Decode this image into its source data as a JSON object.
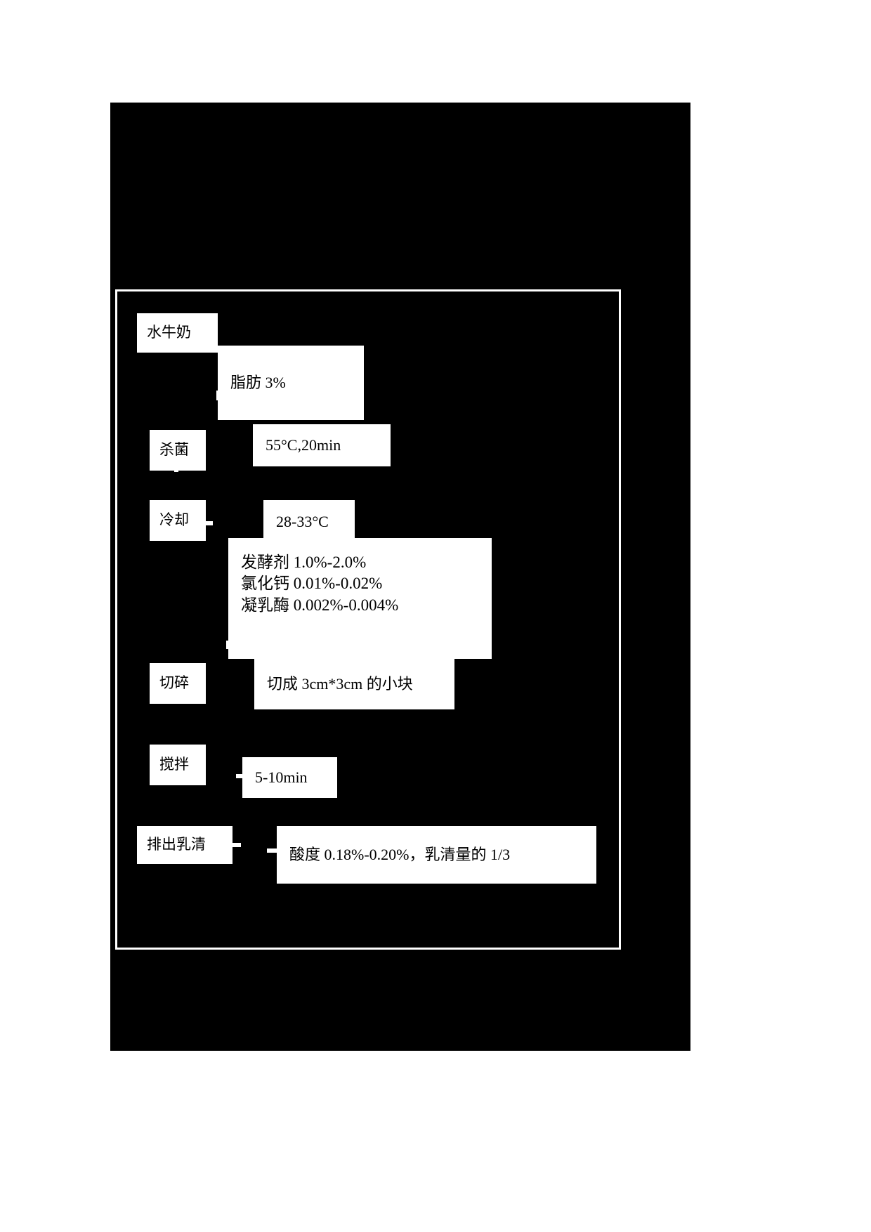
{
  "document": {
    "type": "process-flow-diagram",
    "language": "zh-CN",
    "page_background": "#000000",
    "box_background": "#ffffff",
    "text_color": "#000000",
    "frame_border_color": "#ffffff"
  },
  "flow": {
    "steps": [
      {
        "id": "raw-milk",
        "label": "水牛奶"
      },
      {
        "id": "sterilize",
        "label": "杀菌"
      },
      {
        "id": "cool",
        "label": "冷却"
      },
      {
        "id": "cut",
        "label": "切碎"
      },
      {
        "id": "stir",
        "label": "搅拌"
      },
      {
        "id": "drain-whey",
        "label": "排出乳清"
      }
    ],
    "notes": [
      {
        "id": "fat",
        "text": "脂肪 3%"
      },
      {
        "id": "pasteurize",
        "text": "55°C,20min"
      },
      {
        "id": "cool-temp",
        "text": "28-33°C"
      },
      {
        "id": "additives",
        "text": "发酵剂 1.0%-2.0%\n氯化钙 0.01%-0.02%\n凝乳酶 0.002%-0.004%"
      },
      {
        "id": "cut-size",
        "text": "切成 3cm*3cm 的小块"
      },
      {
        "id": "stir-time",
        "text": "5-10min"
      },
      {
        "id": "acidity",
        "text": "酸度 0.18%-0.20%，乳清量的 1/3"
      }
    ]
  }
}
